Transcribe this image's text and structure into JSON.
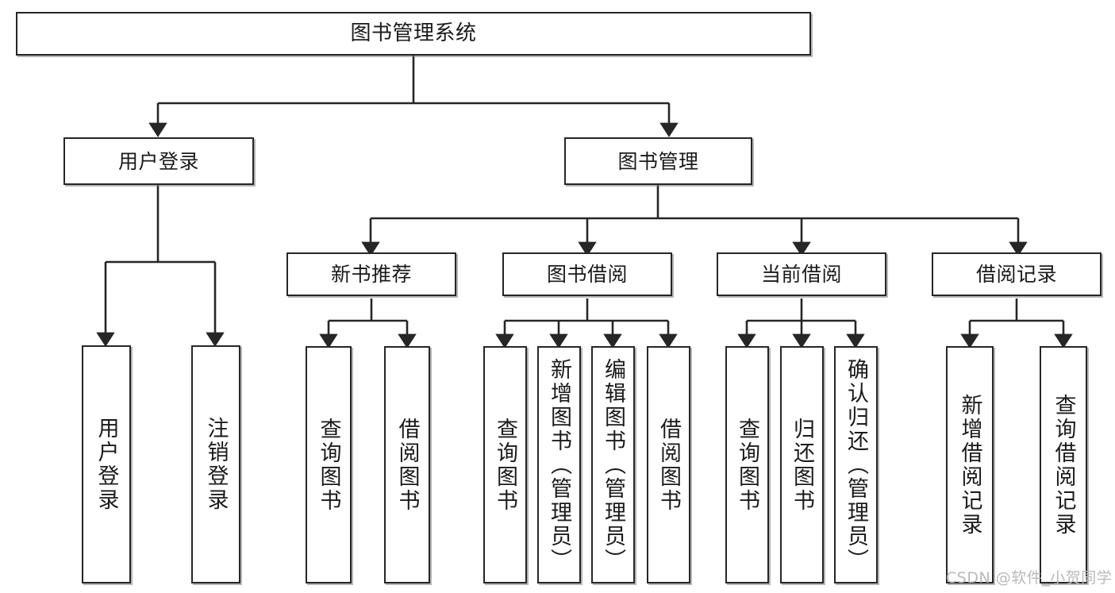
{
  "diagram": {
    "type": "tree-hierarchy-chart",
    "title": "图书管理系统",
    "root": {
      "label": "图书管理系统"
    },
    "level2": [
      {
        "label": "用户登录"
      },
      {
        "label": "图书管理"
      }
    ],
    "level3": [
      {
        "label": "新书推荐"
      },
      {
        "label": "图书借阅"
      },
      {
        "label": "当前借阅"
      },
      {
        "label": "借阅记录"
      }
    ],
    "leaves": {
      "user_login": [
        {
          "label": "用户登录"
        },
        {
          "label": "注销登录"
        }
      ],
      "new_book_recommend": [
        {
          "label": "查询图书"
        },
        {
          "label": "借阅图书"
        }
      ],
      "book_borrow": [
        {
          "label": "查询图书"
        },
        {
          "label": "新增图书（管理员）"
        },
        {
          "label": "编辑图书（管理员）"
        },
        {
          "label": "借阅图书"
        }
      ],
      "current_borrow": [
        {
          "label": "查询图书"
        },
        {
          "label": "归还图书"
        },
        {
          "label": "确认归还（管理员）"
        }
      ],
      "borrow_record": [
        {
          "label": "新增借阅记录"
        },
        {
          "label": "查询借阅记录"
        }
      ]
    },
    "watermark": "CSDN @软件_小贺同学",
    "colors": {
      "border": "#262626",
      "background": "#ffffff",
      "text": "#1a1a1a",
      "watermark": "#b9b9b9"
    }
  }
}
